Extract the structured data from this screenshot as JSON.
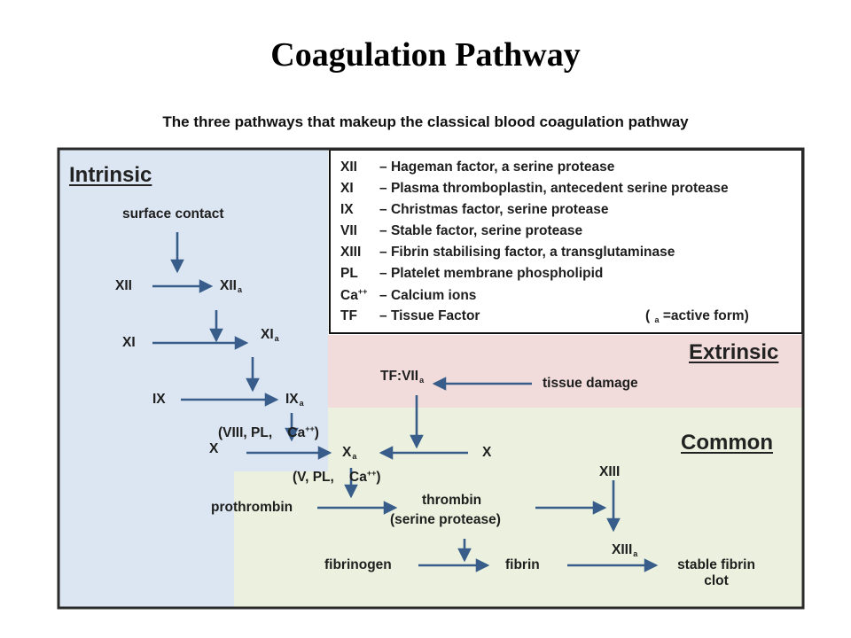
{
  "title": "Coagulation Pathway",
  "subtitle": "The three pathways that makeup the classical blood coagulation pathway",
  "colors": {
    "intrinsic_bg": "#dce6f2",
    "extrinsic_bg": "#f2dcdb",
    "common_bg": "#ebf1de",
    "arrow": "#385d8a"
  },
  "regions": {
    "intrinsic": "Intrinsic",
    "extrinsic": "Extrinsic",
    "common": "Common"
  },
  "legend": {
    "rows": [
      {
        "key": "XII",
        "dash": "–",
        "desc": "Hageman factor, a serine protease"
      },
      {
        "key": "XI",
        "dash": "–",
        "desc": "Plasma thromboplastin, antecedent serine protease"
      },
      {
        "key": "IX",
        "dash": "–",
        "desc": "Christmas factor, serine protease"
      },
      {
        "key": "VII",
        "dash": "–",
        "desc": "Stable factor, serine protease"
      },
      {
        "key": "XIII",
        "dash": "–",
        "desc": "Fibrin stabilising factor, a transglutaminase"
      },
      {
        "key": "PL",
        "dash": "–",
        "desc": "Platelet membrane phospholipid"
      },
      {
        "key": "Ca",
        "dash": "– ",
        "desc": "Calcium ions"
      },
      {
        "key": "TF",
        "dash": "–",
        "desc": "Tissue Factor"
      }
    ],
    "ca_charge": "++",
    "active_note_open": "(",
    "active_sub": "a",
    "active_note_rest": "=active form)"
  },
  "nodes": {
    "surface_contact": "surface contact",
    "xii": "XII",
    "xiia": "XII",
    "xi": "XI",
    "xia": "XI",
    "ix": "IX",
    "ixa": "IX",
    "cofactors_1_pre": "(VIII, PL,",
    "cofactors_1_ca": "Ca",
    "cofactors_1_post": ")",
    "x_left": "X",
    "xa": "X",
    "x_right": "X",
    "cofactors_2_pre": "(V, PL,",
    "cofactors_2_ca": "Ca",
    "cofactors_2_post": ")",
    "tfvii": "TF:VII",
    "tissue_damage": "tissue damage",
    "prothrombin": "prothrombin",
    "thrombin": "thrombin",
    "thrombin_note": "(serine protease)",
    "xiii": "XIII",
    "xiiia": "XIII",
    "fibrinogen": "fibrinogen",
    "fibrin": "fibrin",
    "stable_fibrin_1": "stable fibrin",
    "stable_fibrin_2": "clot",
    "sub_a": "a",
    "charge": "++"
  }
}
